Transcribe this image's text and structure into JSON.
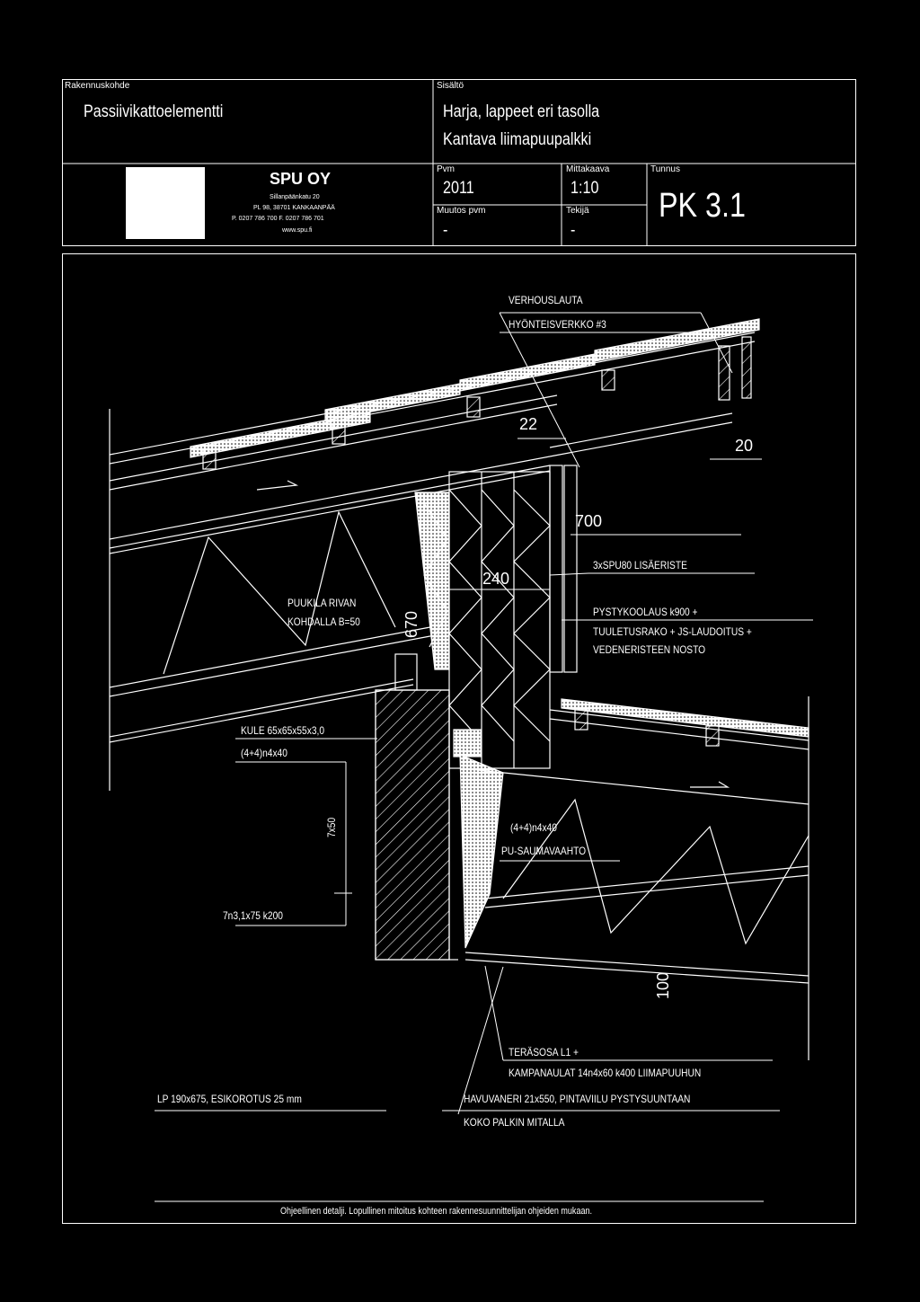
{
  "title_block": {
    "project_label": "Rakennuskohde",
    "project": "Passiivikattoelementti",
    "content_label": "Sisältö",
    "content_line1": "Harja, lappeet eri tasolla",
    "content_line2": "Kantava liimapuupalkki",
    "company": {
      "name": "SPU OY",
      "street": "Sillanpäänkatu 20",
      "postal": "PL 98, 38701 KANKAANPÄÄ",
      "phones": "P. 0207 786 700    F. 0207 786 701",
      "web": "www.spu.fi"
    },
    "date_label": "Pvm",
    "date": "2011",
    "scale_label": "Mittakaava",
    "scale": "1:10",
    "code_label": "Tunnus",
    "code": "PK 3.1",
    "revision_label": "Muutos pvm",
    "revision": "-",
    "author_label": "Tekijä",
    "author": "-"
  },
  "drawing": {
    "labels": {
      "verhouslauta": "VERHOUSLAUTA",
      "hyonteisverkko": "HYÖNTEISVERKKO #3",
      "dim_22": "22",
      "dim_20": "20",
      "dim_700": "700",
      "lisaeriste": "3xSPU80 LISÄERISTE",
      "dim_240": "240",
      "puukila_1": "PUUKILA RIVAN",
      "puukila_2": "KOHDALLA B=50",
      "dim_670": "670",
      "pystykoolaus_1": "PYSTYKOOLAUS k900 +",
      "pystykoolaus_2": "TUULETUSRAKO + JS-LAUDOITUS +",
      "pystykoolaus_3": "VEDENERISTEEN NOSTO",
      "kule": "KULE 65x65x55x3,0",
      "naulat_left": "(4+4)n4x40",
      "dim_7x50": "7x50",
      "naulat_right": "(4+4)n4x40",
      "pu_vaahto": "PU-SAUMAVAAHTO",
      "naulat_7n": "7n3,1x75 k200",
      "dim_100": "100",
      "terasosa_1": "TERÄSOSA L1 +",
      "terasosa_2": "KAMPANAULAT 14n4x60 k400 LIIMAPUUHUN",
      "lp": "LP 190x675, ESIKOROTUS 25 mm",
      "havuvaneri_1": "HAVUVANERI 21x550, PINTAVIILU PYSTYSUUNTAAN",
      "havuvaneri_2": "KOKO PALKIN MITALLA"
    },
    "footer_note": "Ohjeellinen detalji. Lopullinen mitoitus kohteen rakennesuunnittelijan ohjeiden mukaan."
  }
}
